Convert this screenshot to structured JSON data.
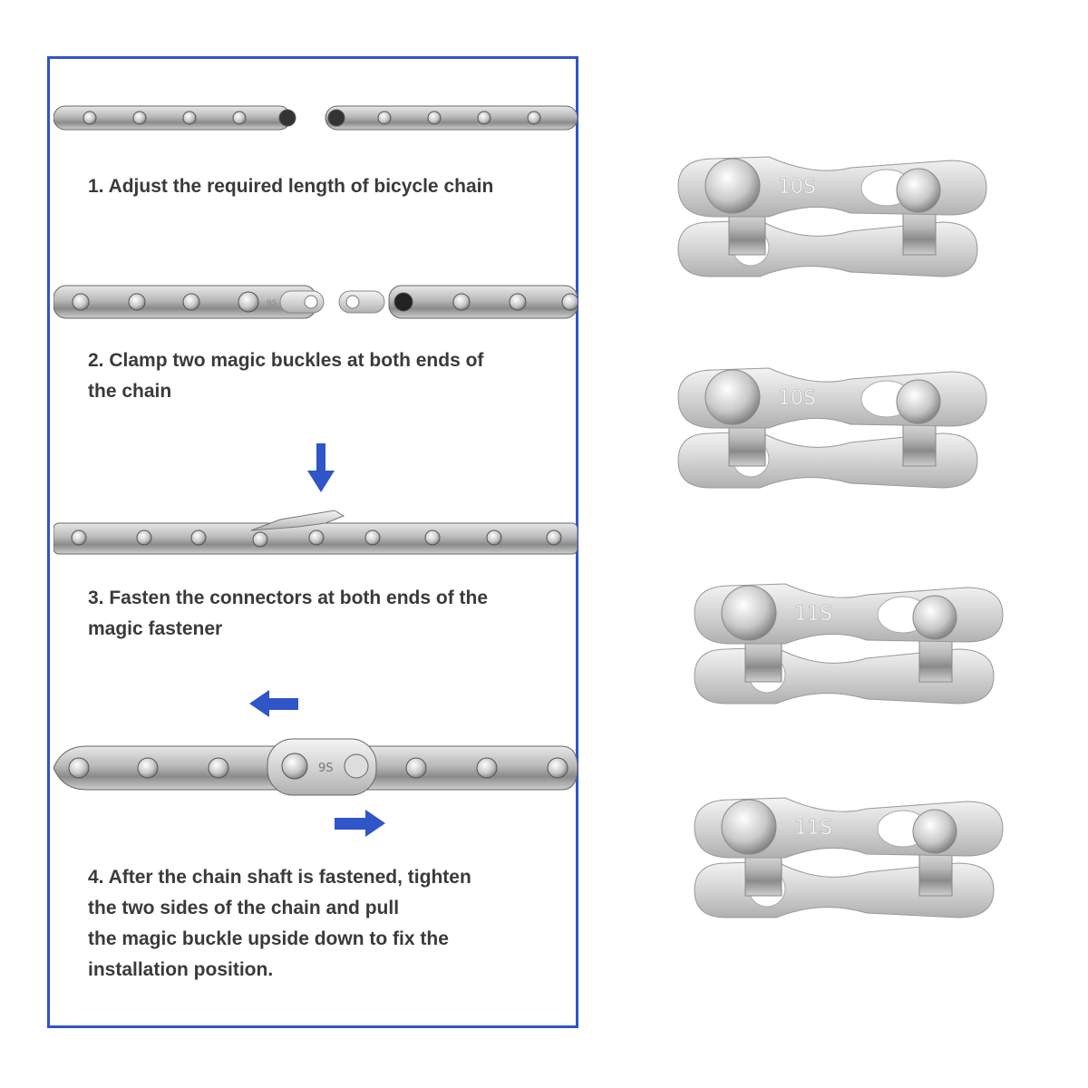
{
  "steps": [
    {
      "text": "1. Adjust the required length of bicycle chain"
    },
    {
      "text": "2. Clamp two magic buckles at both ends of\nthe chain"
    },
    {
      "text": "3. Fasten the connectors at both ends of the\nmagic fastener"
    },
    {
      "text": "4. After the chain shaft is fastened, tighten\nthe two sides of the chain and pull\nthe magic buckle upside down to fix the\ninstallation position."
    }
  ],
  "chain_labels": {
    "step2_link": "9S",
    "step4_link": "9S"
  },
  "links": [
    {
      "label": "10S"
    },
    {
      "label": "10S"
    },
    {
      "label": "11S"
    },
    {
      "label": "11S"
    }
  ],
  "colors": {
    "frame": "#2f55c9",
    "arrow": "#2f55c9",
    "text": "#3a3a3a"
  }
}
